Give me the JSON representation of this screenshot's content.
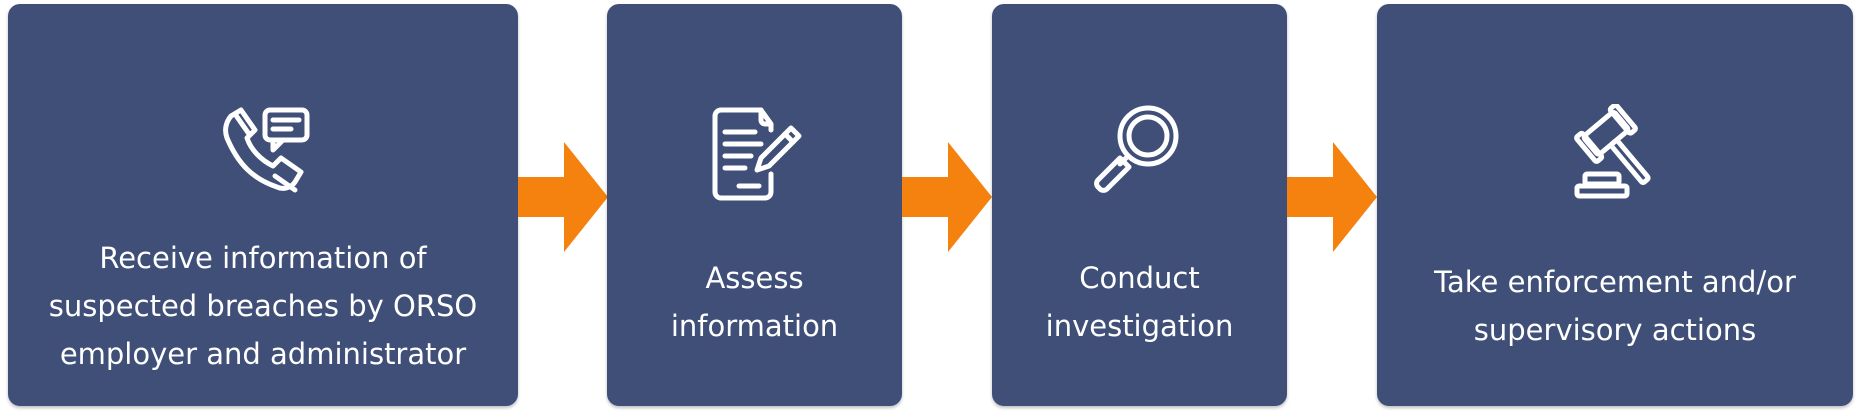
{
  "steps": [
    {
      "lines": [
        "Receive information of",
        "suspected breaches by ORSO",
        "employer and administrator"
      ],
      "icon": "phone-message-icon"
    },
    {
      "lines": [
        "Assess",
        "information"
      ],
      "icon": "document-pen-icon"
    },
    {
      "lines": [
        "Conduct",
        "investigation"
      ],
      "icon": "magnifier-icon"
    },
    {
      "lines": [
        "Take enforcement and/or",
        "supervisory actions"
      ],
      "icon": "gavel-icon"
    }
  ],
  "colors": {
    "box": "#3f4f78",
    "arrow": "#f5820f",
    "text": "#ffffff"
  }
}
